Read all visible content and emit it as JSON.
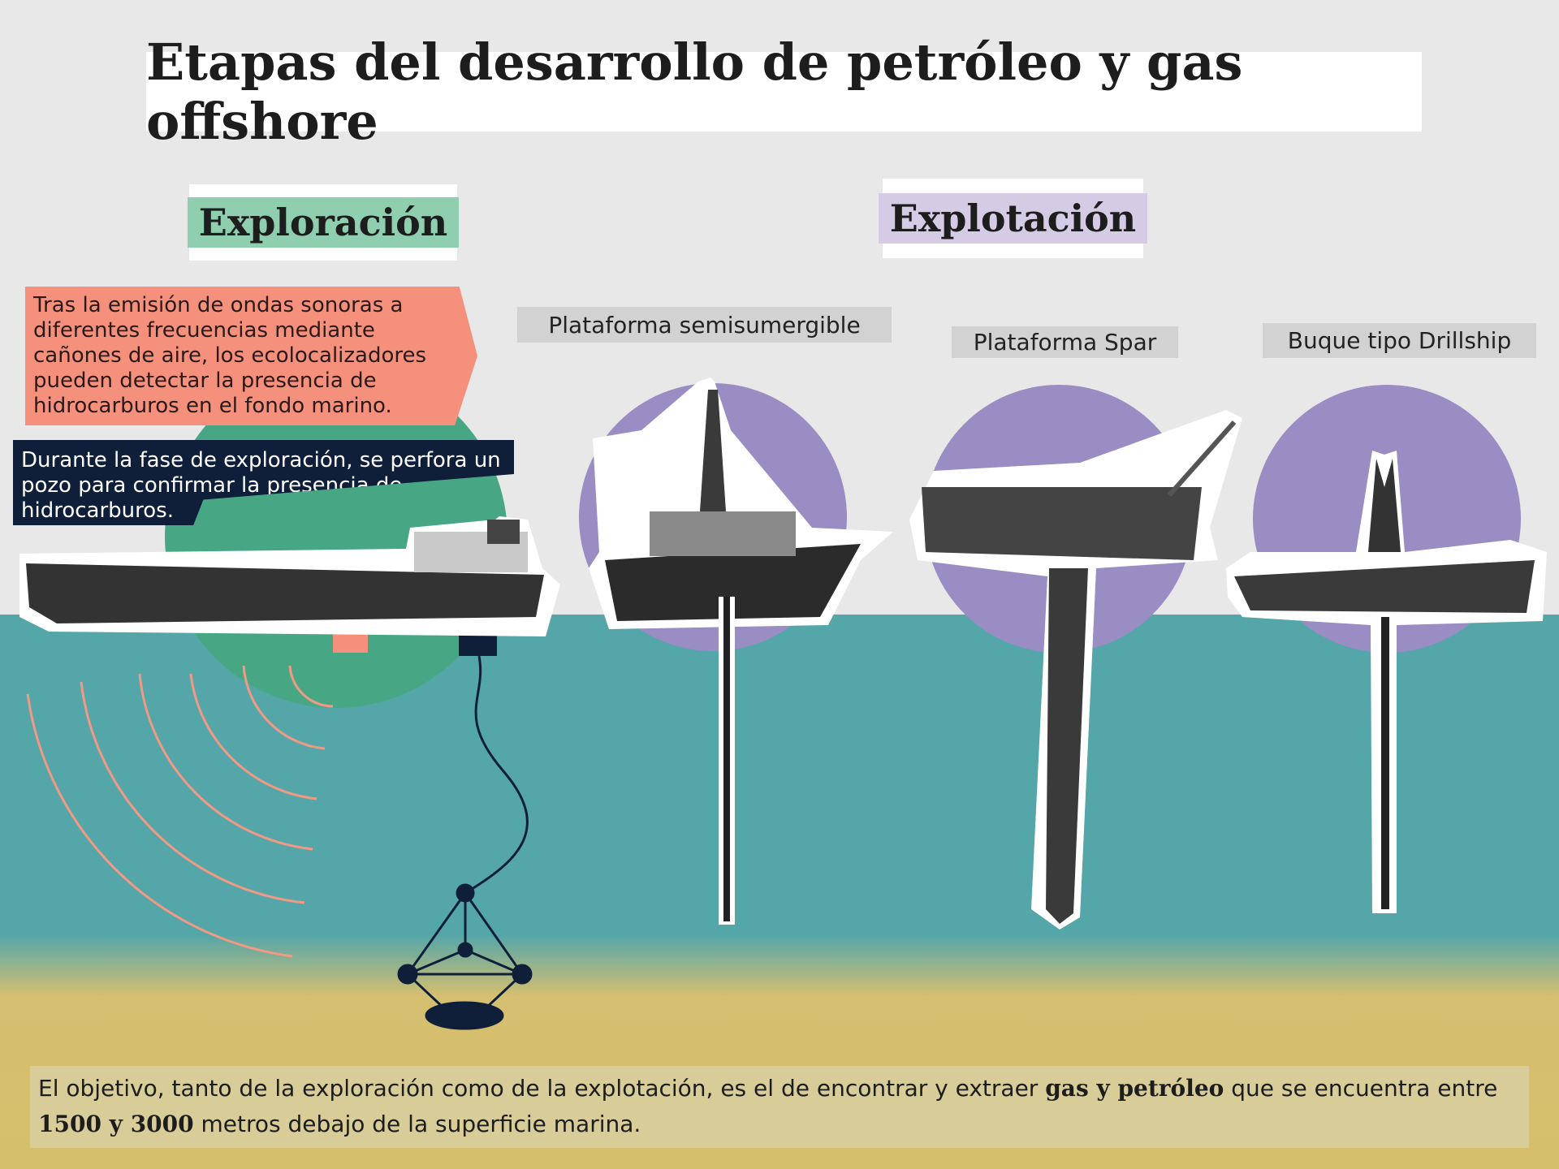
{
  "title": "Etapas del desarrollo de petróleo y gas offshore",
  "stages": {
    "exploration": "Exploración",
    "exploitation": "Explotación"
  },
  "exploration_notes": {
    "sonar": "Tras la emisión de ondas sonoras a diferentes frecuencias mediante cañones de aire, los ecolocalizadores pueden detectar la presencia de hidrocarburos en el fondo marino.",
    "drilling": "Durante la fase de exploración, se perfora un pozo para confirmar la presencia de hidrocarburos."
  },
  "platforms": [
    {
      "label": "Plataforma semisumergible"
    },
    {
      "label": "Plataforma Spar"
    },
    {
      "label": "Buque tipo Drillship"
    }
  ],
  "footer": {
    "part1": "El objetivo, tanto de la exploración como de la explotación, es el de encontrar y extraer ",
    "bold1": "gas y petróleo",
    "part2": " que se encuentra entre ",
    "bold2": "1500 y 3000",
    "part3": " metros debajo de la superficie marina."
  },
  "colors": {
    "exploration": "#8fcfb0",
    "exploitation": "#d6cbe4",
    "green_circle": "#47a785",
    "purple_circle": "#9a8dc4",
    "salmon": "#f4907c",
    "navy": "#0f1f3a",
    "sea": "#55a6a8",
    "sand": "#d6bf6c"
  }
}
